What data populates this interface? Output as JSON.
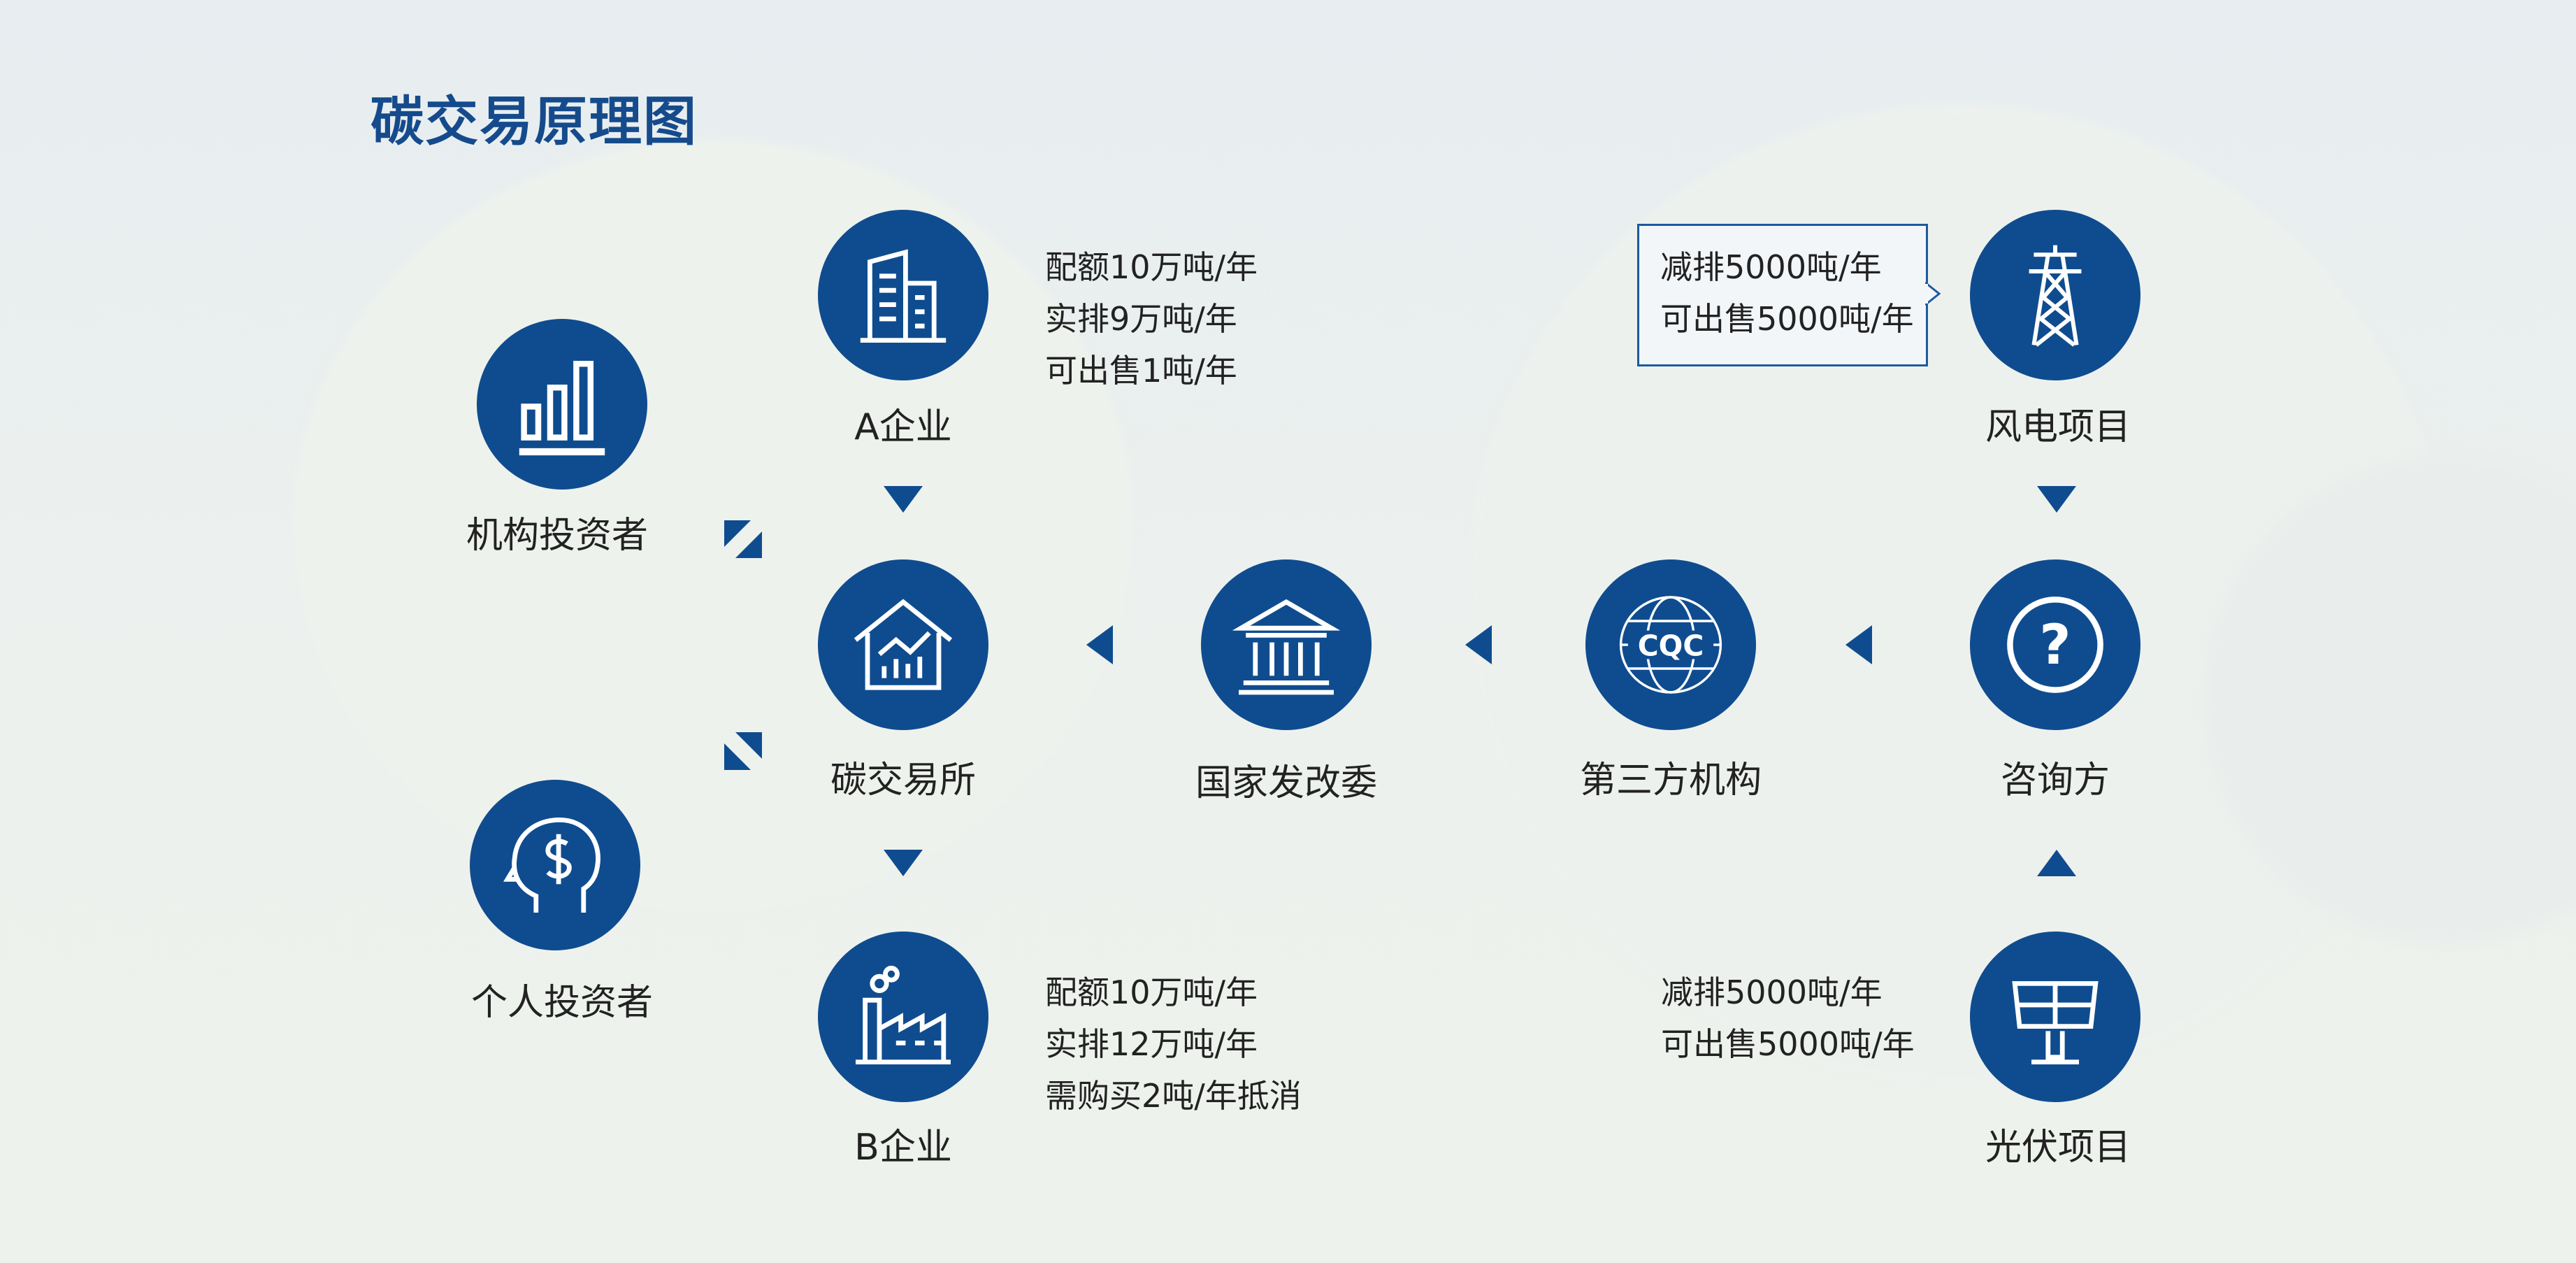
{
  "title": "碳交易原理图",
  "colors": {
    "node": "#0f4c8f",
    "title": "#154b8c",
    "text": "#222222"
  },
  "nodes": {
    "company_a": {
      "label": "A企业",
      "icon": "office-building-icon"
    },
    "exchange": {
      "label": "碳交易所",
      "icon": "house-chart-icon"
    },
    "company_b": {
      "label": "B企业",
      "icon": "factory-icon"
    },
    "institutional": {
      "label": "机构投资者",
      "icon": "bar-chart-icon"
    },
    "individual": {
      "label": "个人投资者",
      "icon": "head-dollar-icon"
    },
    "ndrc": {
      "label": "国家发改委",
      "icon": "government-building-icon"
    },
    "third_party": {
      "label": "第三方机构",
      "icon": "cqc-globe-icon",
      "icon_text": "CQC"
    },
    "consultant": {
      "label": "咨询方",
      "icon": "question-icon",
      "icon_text": "?"
    },
    "wind": {
      "label": "风电项目",
      "icon": "power-tower-icon"
    },
    "solar": {
      "label": "光伏项目",
      "icon": "solar-panel-icon"
    }
  },
  "info": {
    "company_a": [
      "配额10万吨/年",
      "实排9万吨/年",
      "可出售1吨/年"
    ],
    "company_b": [
      "配额10万吨/年",
      "实排12万吨/年",
      "需购买2吨/年抵消"
    ],
    "wind": [
      "减排5000吨/年",
      "可出售5000吨/年"
    ],
    "solar": [
      "减排5000吨/年",
      "可出售5000吨/年"
    ]
  }
}
